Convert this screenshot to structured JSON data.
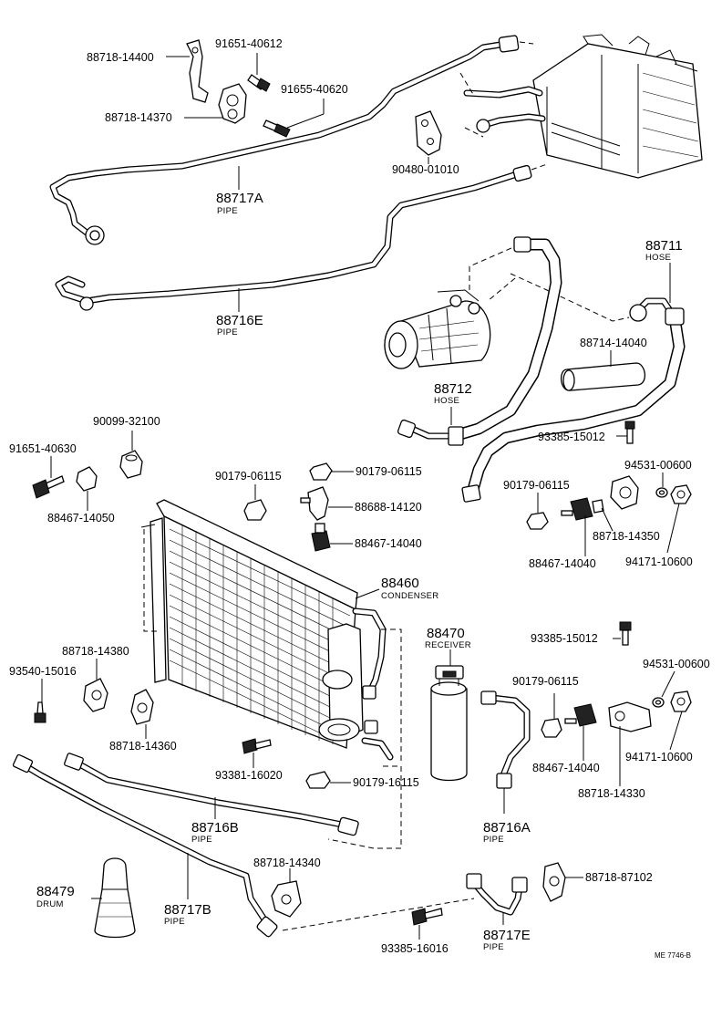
{
  "labels": {
    "p88718_14400": "88718-14400",
    "p91651_40612": "91651-40612",
    "p91655_40620": "91655-40620",
    "p88718_14370": "88718-14370",
    "p90480_01010": "90480-01010",
    "p88717A": "88717A",
    "p88717A_name": "PIPE",
    "p88716E": "88716E",
    "p88716E_name": "PIPE",
    "p88711": "88711",
    "p88711_name": "HOSE",
    "p88714_14040": "88714-14040",
    "p88712": "88712",
    "p88712_name": "HOSE",
    "p93385_15012_a": "93385-15012",
    "p94531_00600_a": "94531-00600",
    "p90099_32100": "90099-32100",
    "p91651_40630": "91651-40630",
    "p88467_14050": "88467-14050",
    "p90179_06115_a": "90179-06115",
    "p90179_06115_b": "90179-06115",
    "p88688_14120": "88688-14120",
    "p88467_14040_a": "88467-14040",
    "p90179_06115_c": "90179-06115",
    "p88718_14350": "88718-14350",
    "p88467_14040_b": "88467-14040",
    "p94171_10600_a": "94171-10600",
    "p88460": "88460",
    "p88460_name": "CONDENSER",
    "p88470": "88470",
    "p88470_name": "RECEIVER",
    "p93385_15012_b": "93385-15012",
    "p94531_00600_b": "94531-00600",
    "p88718_14380": "88718-14380",
    "p93540_15016": "93540-15016",
    "p88718_14360": "88718-14360",
    "p90179_06115_d": "90179-06115",
    "p88467_14040_c": "88467-14040",
    "p94171_10600_b": "94171-10600",
    "p88718_14330": "88718-14330",
    "p93381_16020": "93381-16020",
    "p90179_16115": "90179-16115",
    "p88716B": "88716B",
    "p88716B_name": "PIPE",
    "p88716A": "88716A",
    "p88716A_name": "PIPE",
    "p88718_14340": "88718-14340",
    "p88718_87102": "88718-87102",
    "p88479": "88479",
    "p88479_name": "DRUM",
    "p88717B": "88717B",
    "p88717B_name": "PIPE",
    "p88717E": "88717E",
    "p88717E_name": "PIPE",
    "p93385_16016": "93385-16016",
    "ref_code": "ME  7746-B"
  },
  "colors": {
    "ink": "#000000",
    "paper": "#ffffff"
  }
}
